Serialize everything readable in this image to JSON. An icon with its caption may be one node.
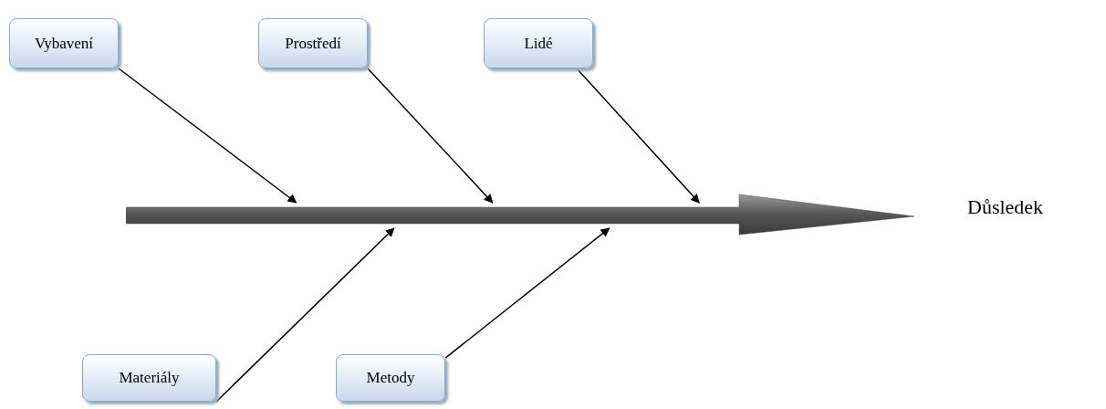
{
  "diagram": {
    "nodes": [
      {
        "text": [
          "Vybavení"
        ]
      },
      {
        "text": [
          "Prostředí"
        ]
      },
      {
        "text": [
          "Lidé"
        ]
      },
      {
        "text": [
          "Materiály"
        ]
      },
      {
        "text": [
          "Metody"
        ]
      },
      {
        "text": [],
        "shape": "arrow"
      }
    ],
    "edges": [
      {
        "from": 0,
        "to": 5,
        "arrow": "to"
      },
      {
        "from": 1,
        "to": 5,
        "arrow": "to"
      },
      {
        "from": 2,
        "to": 5,
        "arrow": "to"
      },
      {
        "from": 3,
        "to": 5,
        "arrow": "to"
      },
      {
        "from": 4,
        "to": 5,
        "arrow": "to"
      }
    ],
    "labels": [
      "Důsledek"
    ]
  }
}
